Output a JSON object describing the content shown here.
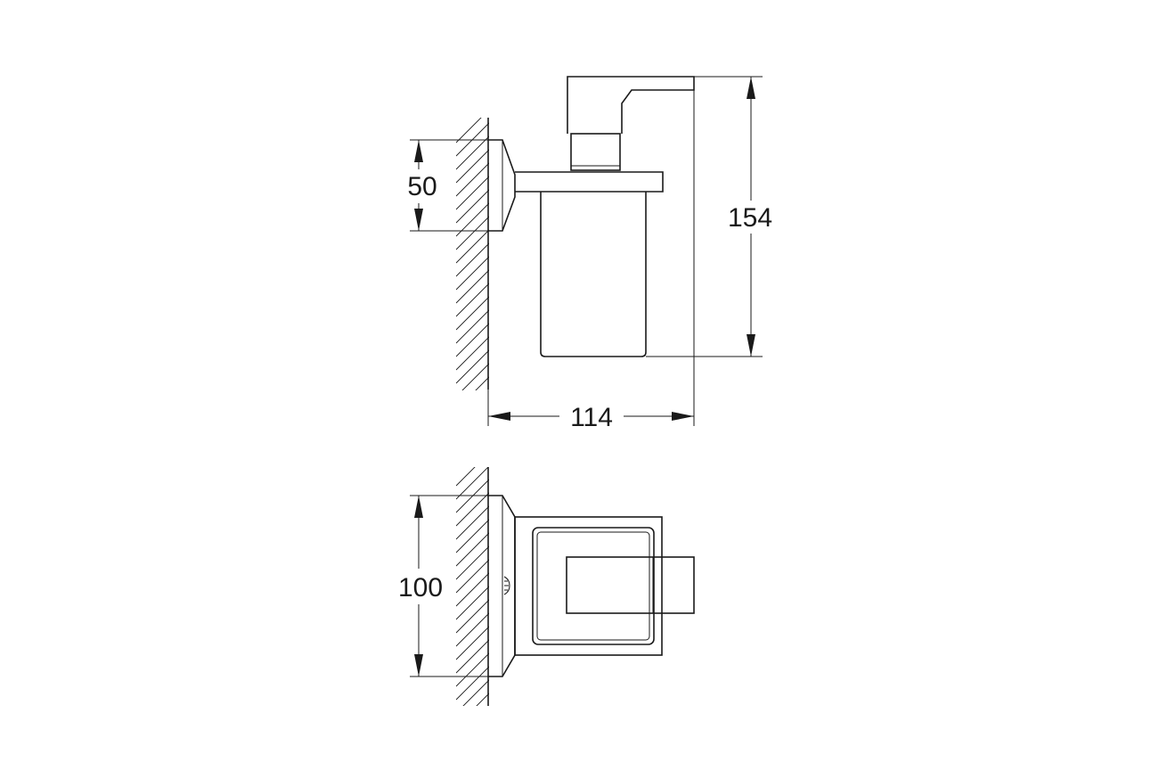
{
  "drawing": {
    "side_view": {
      "dim_height": "154",
      "dim_depth": "114",
      "dim_backplate": "50"
    },
    "top_view": {
      "dim_width": "100"
    }
  }
}
